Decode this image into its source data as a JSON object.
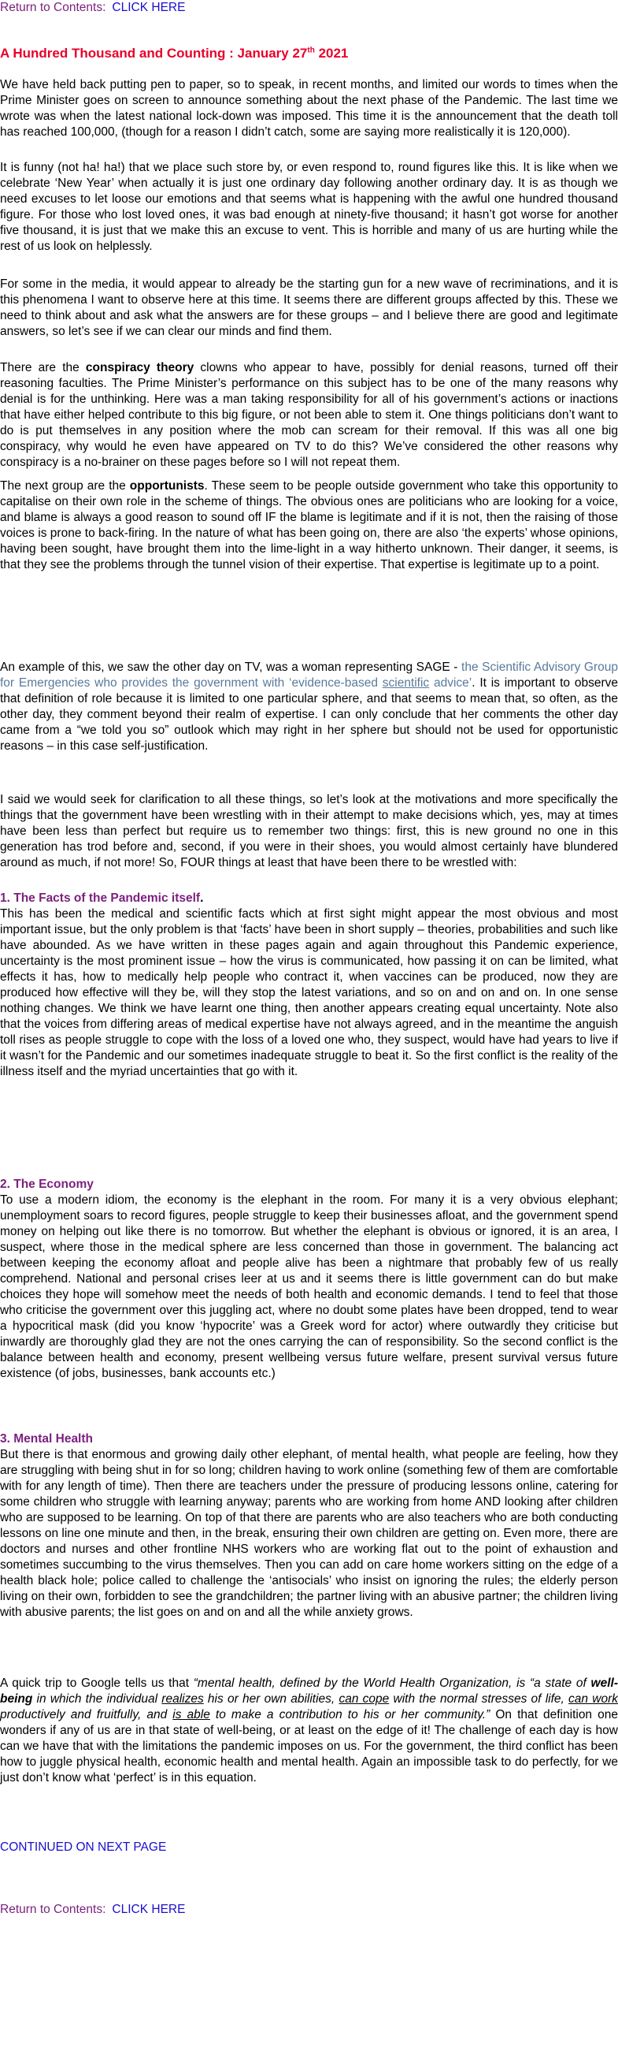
{
  "nav": {
    "prefix": "Return to Contents:",
    "link": "CLICK HERE"
  },
  "title": {
    "main": "A Hundred Thousand and Counting : January 27",
    "sup": "th",
    "year": " 2021"
  },
  "para1": "We have held back putting pen to paper, so to speak, in recent months, and limited our words to times when the Prime Minister goes on screen to announce something about the next phase of the Pandemic. The last time we wrote was when the latest national lock-down was imposed. This time it is the announcement that the death toll has reached 100,000, (though for a reason I didn’t catch, some are saying more realistically it is 120,000).",
  "para2": "It is funny (not ha! ha!) that we place such store by, or even respond to, round figures like this.  It is like when we celebrate ‘New Year’ when actually it is just one ordinary day following another ordinary day.  It is as though we need excuses to let loose our emotions and that seems what is happening with the awful one hundred thousand figure. For those who lost loved ones, it was bad enough at ninety-five thousand; it hasn’t got worse for another five thousand, it is just that we make this an excuse to vent. This is horrible and many of us are hurting while the rest of us look on helplessly.",
  "para3": "For some in the media, it would appear to already be the starting gun for a new wave of recriminations, and it is this phenomena I want to observe here at this time. It seems there are different groups affected by this. These we need to think about  and ask what the answers are for these groups – and I believe there are good and legitimate answers, so let’s see if we can clear our minds and find them.",
  "para4": {
    "a": "There are the ",
    "b": "conspiracy theory",
    "c": " clowns who appear to have, possibly for denial reasons, turned off their reasoning faculties. The Prime Minister’s performance on this subject has to be one of the many reasons why denial is for the unthinking. Here was a man taking responsibility for all of his government’s actions or inactions that have either helped contribute to this big figure, or not been able to stem it. One things politicians don’t want to do is put themselves in any position where the mob can scream for their removal. If this was all one big conspiracy, why would he even have appeared on TV to do this? We’ve considered the other reasons why conspiracy is a no-brainer on these pages before so I will not repeat them."
  },
  "para5": {
    "a": "The next group are the ",
    "b": "opportunists",
    "c": ". These seem to be people outside government who take this opportunity to capitalise on their own role in the scheme of things. The obvious ones are politicians who are looking for a voice, and blame is always a good reason to sound off IF the blame is legitimate and if it is not, then the raising of those voices is prone to back-firing. In the nature of what has been going on, there are also ‘the experts’ whose opinions, having been sought, have brought them into the lime-light in a way hitherto unknown. Their danger, it seems, is that they see the problems through the tunnel vision of their expertise. That expertise is legitimate up to a point."
  },
  "para6": {
    "a": "An example of this, we saw the other day on TV, was a woman representing SAGE - ",
    "b": "the Scientific Advisory Group for Emergencies who provides the government with ‘evidence-based ",
    "c": "scientific",
    "d": " advice’",
    "e": ". It is important to observe that definition of role because it is limited to one particular sphere, and that seems to mean that, so often, as the other day, they comment beyond their realm of expertise. I can only conclude that her comments the other day came from a “we told you so” outlook which may right in her sphere but should not be used for opportunistic reasons – in this case self-justification."
  },
  "para7": "I said we would seek for clarification to all these things, so let’s look at the motivations and more specifically the things that the government have been wrestling with in their attempt to make decisions which, yes, may at times have been less than perfect but require us to remember two things: first, this is new ground no one in this generation has trod before and, second, if you were in their shoes, you would almost certainly have blundered around as much, if not more! So, FOUR things at least that have been there to be wrestled with:",
  "h1": "1. The Facts of the Pandemic itself",
  "h1_dot": ".",
  "para8": "This has been the medical and scientific facts which at first sight might appear the most obvious and most important issue, but the only problem is that ‘facts’ have been in short supply – theories,  probabilities and such like have abounded. As we have written in these pages again and again throughout this Pandemic experience, uncertainty is the most prominent issue – how the virus is communicated, how passing it on can be limited, what effects it has, how to medically help people who contract it, when vaccines can be produced, now they are produced how effective will they be, will they stop the latest variations, and so on and on and on. In one sense nothing changes. We think we have learnt one thing, then another appears creating equal uncertainty. Note also that the voices from differing areas of medical expertise have not always agreed, and in the meantime the anguish toll rises as people struggle to cope with the loss of a loved one who, they suspect, would have had years to live if it wasn’t for the Pandemic and our sometimes inadequate struggle to beat it. So the first conflict is the reality of the illness itself and the myriad uncertainties that go with it.",
  "h2": "2. The Economy",
  "para9": "To use a modern idiom, the economy is the elephant in the room. For many it is a very obvious elephant; unemployment soars to record figures, people struggle to keep their businesses afloat, and the government spend money on helping out like there is no tomorrow. But whether the elephant is obvious or ignored, it is an area, I suspect, where those in the medical sphere are less concerned than those in government. The balancing act between keeping the economy afloat and people alive has been a nightmare that probably few of us really comprehend. National and personal crises leer at us and it seems there is little government can do but make choices they hope will somehow meet the needs of both health and economic demands. I tend to feel that those who criticise the government over this juggling act, where no doubt some plates have been dropped, tend to wear a hypocritical mask (did you know ‘hypocrite’ was a Greek word for actor) where outwardly they criticise but inwardly are thoroughly glad they are not the ones carrying the can of responsibility. So the second conflict is the balance between health and economy, present wellbeing versus future welfare, present survival versus future existence (of jobs, businesses, bank accounts etc.)",
  "h3": "3. Mental Health",
  "para10": "But there is that enormous and growing daily other elephant, of mental health, what people are feeling, how they are struggling with being shut in for so long; children having to work online (something few of them are comfortable with for any length of time). Then there are teachers under the pressure of producing lessons online, catering for some children who struggle with learning anyway; parents who are working from home AND looking after children who are supposed to be learning. On top of that there are parents who are also teachers who are both conducting lessons on line one minute and then, in the break, ensuring their own children are getting on. Even more, there are doctors and nurses and other frontline NHS workers who are working flat out to the point of exhaustion and sometimes succumbing to the virus themselves. Then you can add on care home workers sitting on the edge of a health black hole; police called to challenge the ‘antisocials’ who insist on ignoring the rules; the elderly person living on their own, forbidden to see the grandchildren; the partner living with an abusive partner; the children living with abusive parents; the list goes on and on and all the while anxiety grows.",
  "para11": {
    "a": "A quick trip to Google tells us that ",
    "b": "“mental health, defined by the World Health Organization, is “a state of ",
    "c": "well-being",
    "d": " in which the individual ",
    "e": "realizes",
    "f": " his or her own abilities, ",
    "g": "can cope",
    "h": " with the normal stresses of life, ",
    "i": "can work",
    "j": " productively and fruitfully, and ",
    "k": "is able",
    "l": " to make a contribution to his or her community.”",
    "m": " On that definition one wonders if any of us are in that state of well-being, or at least on the edge of it! The challenge of each day is how can we have that with the limitations the pandemic imposes on us. For the government, the third conflict has been how to juggle physical health, economic health and mental health. Again an impossible task to do perfectly, for we just don’t know what ‘perfect’ is in this equation."
  },
  "continued": "CONTINUED ON NEXT PAGE"
}
